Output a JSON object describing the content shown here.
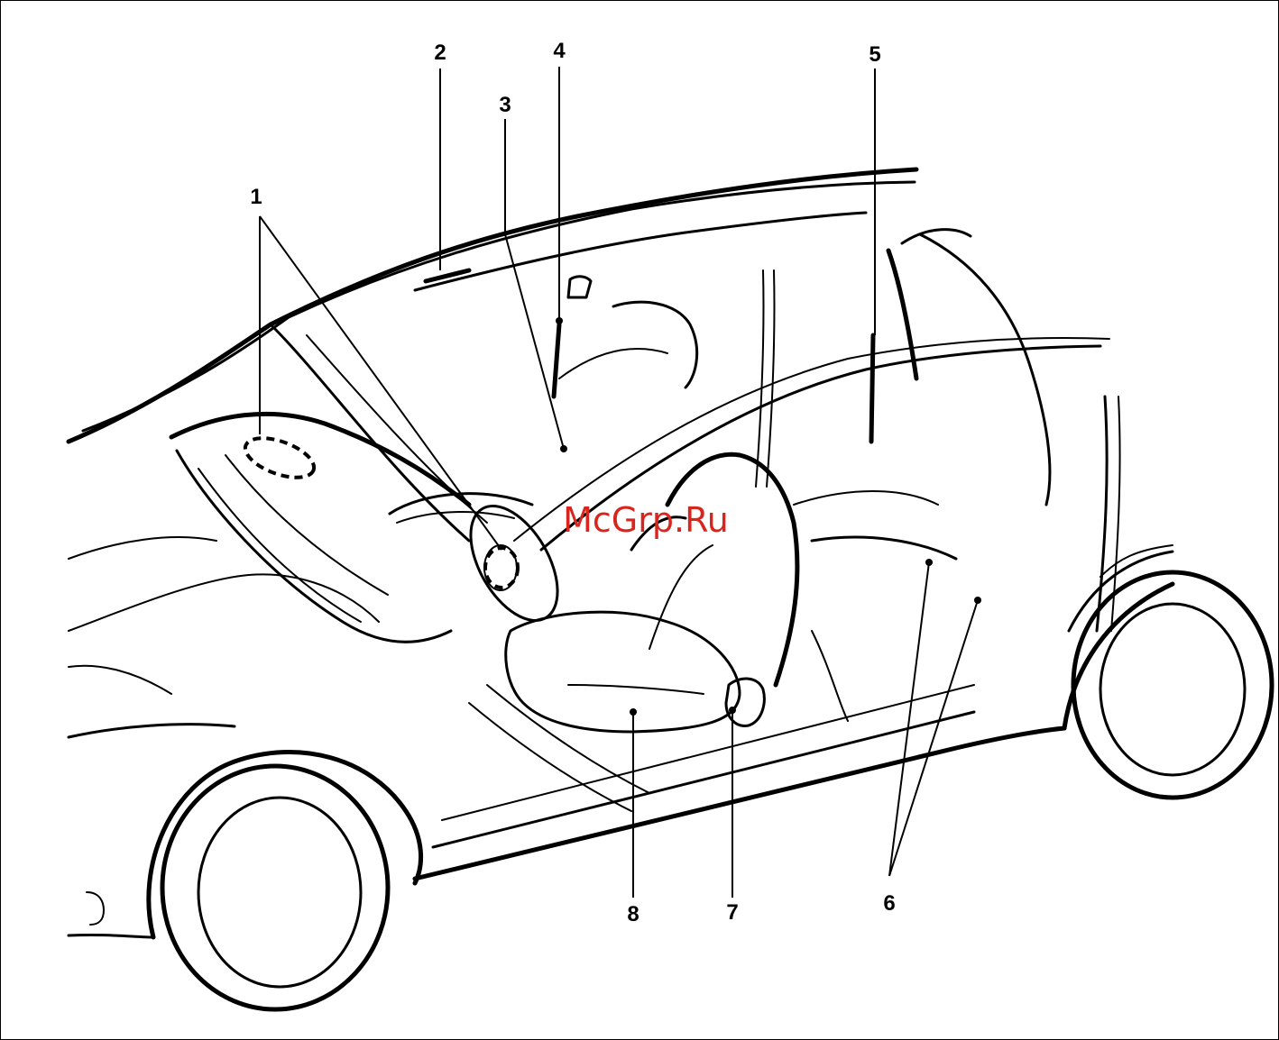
{
  "figure": {
    "watermark": "McGrp.Ru",
    "callouts": [
      {
        "id": "1",
        "label": "1"
      },
      {
        "id": "2",
        "label": "2"
      },
      {
        "id": "3",
        "label": "3"
      },
      {
        "id": "4",
        "label": "4"
      },
      {
        "id": "5",
        "label": "5"
      },
      {
        "id": "6",
        "label": "6"
      },
      {
        "id": "7",
        "label": "7"
      },
      {
        "id": "8",
        "label": "8"
      }
    ],
    "colors": {
      "line": "#000000",
      "background": "#ffffff",
      "watermark": "#d8261e"
    }
  }
}
